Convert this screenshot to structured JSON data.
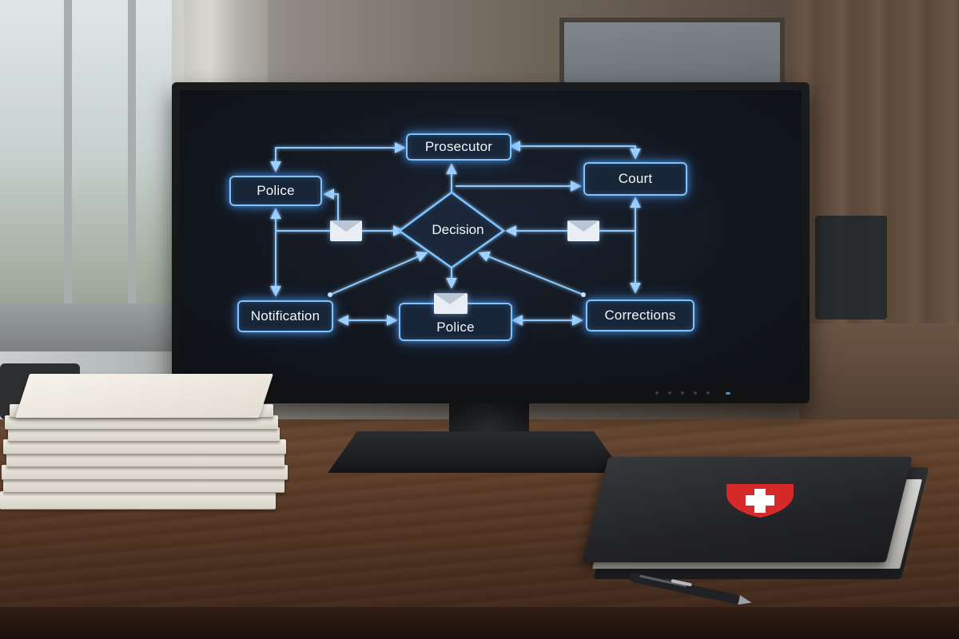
{
  "flowchart": {
    "nodes": {
      "prosecutor": "Prosecutor",
      "police_top": "Police",
      "court": "Court",
      "decision": "Decision",
      "notification": "Notification",
      "police_bottom": "Police",
      "corrections": "Corrections"
    }
  },
  "colors": {
    "node_glow": "#7fc4ff",
    "screen_bg": "#131820",
    "desk_wood": "#5a3b27",
    "shield_red": "#d42a2a"
  },
  "icons": [
    "envelope-icon",
    "swiss-cross-shield-icon",
    "pen-icon"
  ]
}
